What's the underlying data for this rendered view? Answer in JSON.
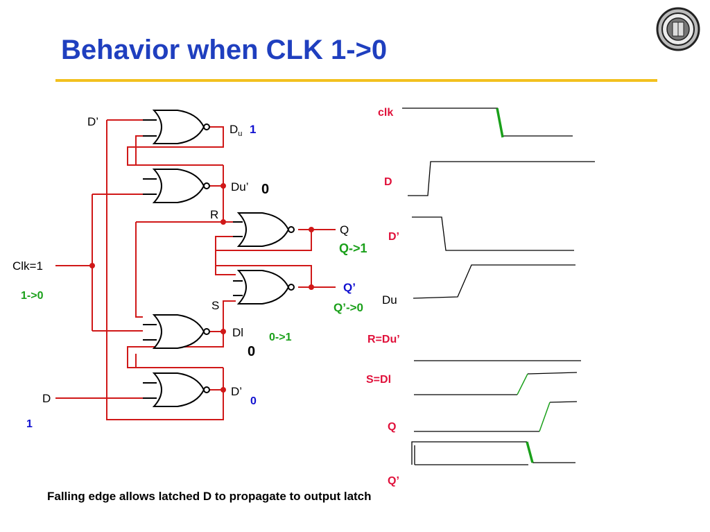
{
  "slide": {
    "title": "Behavior when CLK 1->0",
    "caption": "Falling edge allows latched D to propagate to output latch"
  },
  "circuit": {
    "node_dprime_top": "D’",
    "node_du": "D",
    "node_du_sub": "u",
    "val_du": "1",
    "node_duprime": "Du’",
    "val_duprime": "0",
    "node_r": "R",
    "node_s": "S",
    "node_q": "Q",
    "note_q": "Q->1",
    "node_qprime": "Q’",
    "note_qprime": "Q’->0",
    "input_clk": "Clk=1",
    "note_clk": "1->0",
    "node_dl": "Dl",
    "note_dl": "0->1",
    "val_dl": "0",
    "node_dprime_bottom": "D’",
    "val_dprime_bottom": "0",
    "input_d": "D",
    "val_d": "1"
  },
  "timing": {
    "signals": [
      "clk",
      "D",
      "D’",
      "Du",
      "R=Du’",
      "S=Dl",
      "Q",
      "Q’"
    ]
  },
  "colors": {
    "title": "#1f3fbf",
    "rule": "#f2c01e",
    "wire": "#d01818",
    "signal_label": "#e0103a",
    "highlight": "#1aa01a",
    "value_blue": "#1010d0"
  }
}
